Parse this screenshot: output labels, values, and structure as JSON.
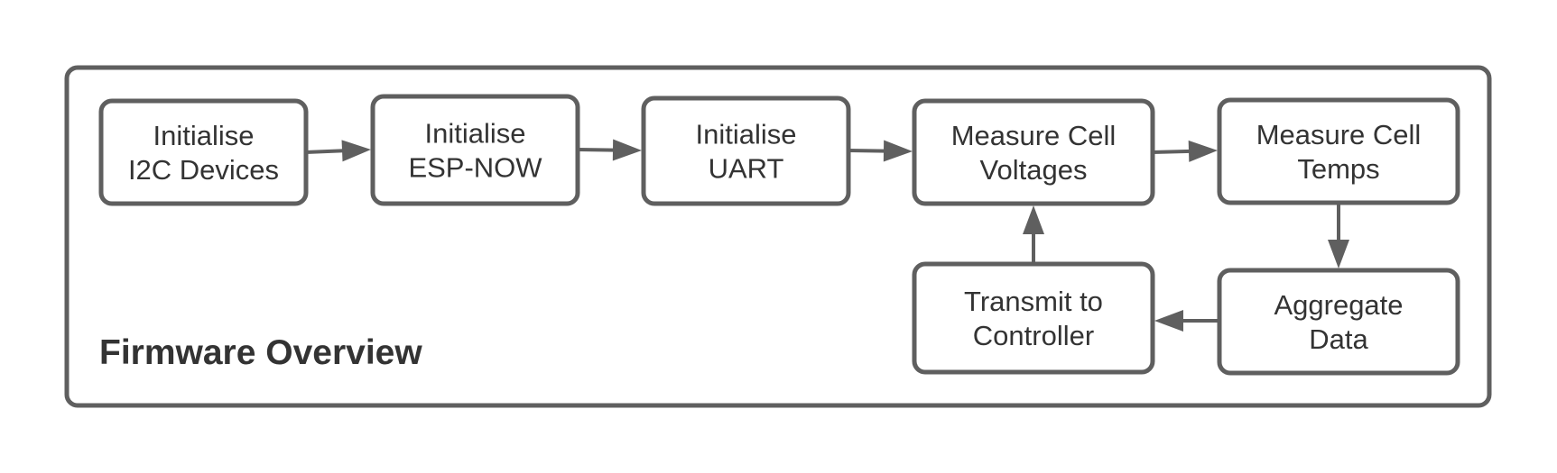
{
  "diagram": {
    "title": "Firmware Overview",
    "colors": {
      "stroke": "#5f5f5f",
      "text": "#333333",
      "background": "#ffffff"
    },
    "nodes": [
      {
        "id": "i2c",
        "lines": [
          "Initialise",
          "I2C Devices"
        ]
      },
      {
        "id": "espnow",
        "lines": [
          "Initialise",
          "ESP-NOW"
        ]
      },
      {
        "id": "uart",
        "lines": [
          "Initialise",
          "UART"
        ]
      },
      {
        "id": "volts",
        "lines": [
          "Measure Cell",
          "Voltages"
        ]
      },
      {
        "id": "temps",
        "lines": [
          "Measure Cell",
          "Temps"
        ]
      },
      {
        "id": "aggregate",
        "lines": [
          "Aggregate",
          "Data"
        ]
      },
      {
        "id": "transmit",
        "lines": [
          "Transmit to",
          "Controller"
        ]
      }
    ],
    "edges": [
      {
        "from": "i2c",
        "to": "espnow"
      },
      {
        "from": "espnow",
        "to": "uart"
      },
      {
        "from": "uart",
        "to": "volts"
      },
      {
        "from": "volts",
        "to": "temps"
      },
      {
        "from": "temps",
        "to": "aggregate"
      },
      {
        "from": "aggregate",
        "to": "transmit"
      },
      {
        "from": "transmit",
        "to": "volts"
      }
    ]
  }
}
